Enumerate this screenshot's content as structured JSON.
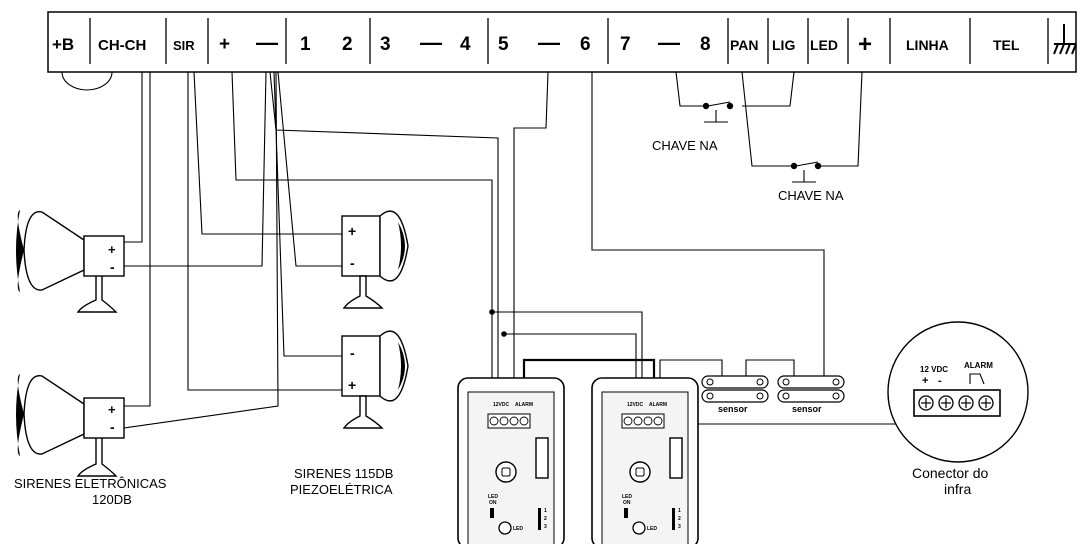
{
  "terminal_strip": {
    "terminals": [
      "+B",
      "CH-CH",
      "SIR",
      "+",
      "—",
      "1",
      "2",
      "3",
      "—",
      "4",
      "5",
      "—",
      "6",
      "7",
      "—",
      "8",
      "PAN",
      "LIG",
      "LED",
      "+",
      "LINHA",
      "TEL",
      "ground"
    ]
  },
  "switches": {
    "switch_1_label": "CHAVE NA",
    "switch_2_label": "CHAVE NA"
  },
  "sirens": {
    "electronic_label_line1": "SIRENES ELETRÔNICAS",
    "electronic_label_line2": "120DB",
    "piezo_label_line1": "SIRENES 115DB",
    "piezo_label_line2": "PIEZOELÉTRICA",
    "plus": "+",
    "minus": "-"
  },
  "sensors": {
    "sensor_1_label": "sensor",
    "sensor_2_label": "sensor"
  },
  "infra_modules": {
    "supply_label": "12VDC",
    "alarm_label": "ALARM",
    "led_label": "LED",
    "on_label": "ON",
    "jumper_digits": [
      "1",
      "2",
      "3"
    ]
  },
  "connector": {
    "vdc_label": "12 VDC",
    "alarm_label": "ALARM",
    "plus": "+",
    "minus": "-",
    "caption_line1": "Conector do",
    "caption_line2": "infra"
  }
}
